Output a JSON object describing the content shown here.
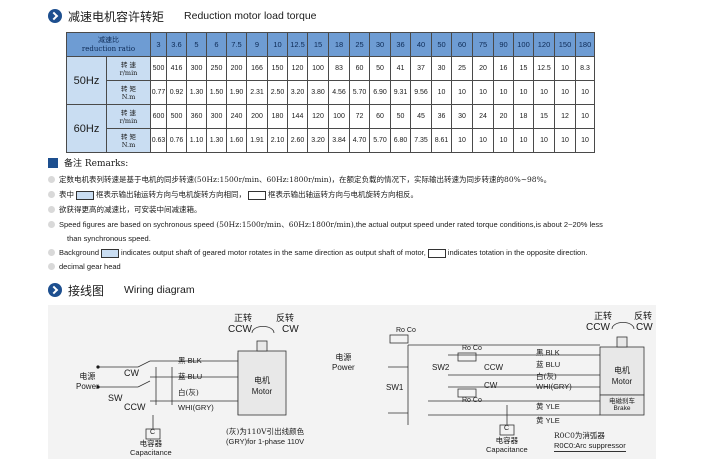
{
  "section1": {
    "title_cn": "减速电机容许转矩",
    "title_en": "Reduction motor load torque"
  },
  "table": {
    "header_cn": "减速比",
    "header_en": "reduction ratio",
    "ratios": [
      "3",
      "3.6",
      "5",
      "6",
      "7.5",
      "9",
      "10",
      "12.5",
      "15",
      "18",
      "25",
      "30",
      "36",
      "40",
      "50",
      "60",
      "75",
      "90",
      "100",
      "120",
      "150",
      "180"
    ],
    "speed_label_cn": "转 速",
    "speed_unit": "r/min",
    "torque_label_cn": "转 矩",
    "torque_unit": "N.m",
    "rows": [
      {
        "hz": "50Hz",
        "speed": [
          "500",
          "416",
          "300",
          "250",
          "200",
          "166",
          "150",
          "120",
          "100",
          "83",
          "60",
          "50",
          "41",
          "37",
          "30",
          "25",
          "20",
          "16",
          "15",
          "12.5",
          "10",
          "8.3"
        ],
        "torque": [
          "0.77",
          "0.92",
          "1.30",
          "1.50",
          "1.90",
          "2.31",
          "2.50",
          "3.20",
          "3.80",
          "4.56",
          "5.70",
          "6.90",
          "9.31",
          "9.56",
          "10",
          "10",
          "10",
          "10",
          "10",
          "10",
          "10",
          "10"
        ]
      },
      {
        "hz": "60Hz",
        "speed": [
          "600",
          "500",
          "360",
          "300",
          "240",
          "200",
          "180",
          "144",
          "120",
          "100",
          "72",
          "60",
          "50",
          "45",
          "36",
          "30",
          "24",
          "20",
          "18",
          "15",
          "12",
          "10"
        ],
        "torque": [
          "0.63",
          "0.76",
          "1.10",
          "1.30",
          "1.60",
          "1.91",
          "2.10",
          "2.60",
          "3.20",
          "3.84",
          "4.70",
          "5.70",
          "6.80",
          "7.35",
          "8.61",
          "10",
          "10",
          "10",
          "10",
          "10",
          "10",
          "10"
        ]
      }
    ]
  },
  "remarks": {
    "title": "备注 Remarks:",
    "lines": [
      "定数电机表列转速是基于电机的同步转速(50Hz:1500r/min、60Hz:1800r/min)，在额定负载的情况下，实际输出转速为同步转速的80%~98%。",
      {
        "a": "表中",
        "b": "框表示输出轴运转方向与电机旋转方向相同，",
        "c": "框表示输出轴运转方向与电机旋转方向相反。"
      },
      "欲获得更高的减速比，可安装中间减速箱。",
      {
        "a": "Speed figures  are based on sychronous speed",
        "b": "(50Hz:1500r/min、60Hz:1800r/min)",
        "c": ",the actual output speed under rated torque conditions,is about 2~20% less"
      },
      "than synchronous speed.",
      {
        "a": "Background",
        "b": "indicates output shaft of geared motor rotates in the same direction as output shaft of motor,",
        "c": "indicates totation in the opposite direction."
      },
      "decimal gear head"
    ]
  },
  "section2": {
    "title_cn": "接线图",
    "title_en": "Wiring diagram"
  },
  "diagram_left": {
    "power_cn": "电源",
    "power_en": "Power",
    "cw": "CW",
    "ccw": "CCW",
    "sw": "SW",
    "forward_cn": "正转",
    "reverse_cn": "反转",
    "blk": "黑 BLK",
    "blu": "蓝 BLU",
    "wht_cn": "白(灰)",
    "wht_en": "WHI(GRY)",
    "motor_cn": "电机",
    "motor_en": "Motor",
    "cap_letter": "C",
    "cap_cn": "电容器",
    "cap_en": "Capacitance",
    "note1": "(灰)为110V引出线颜色",
    "note2": "(GRY)for 1-phase 110V"
  },
  "diagram_right": {
    "power_cn": "电源",
    "power_en": "Power",
    "rc": "Ro Co",
    "sw1": "SW1",
    "sw2": "SW2",
    "cw": "CW",
    "ccw": "CCW",
    "forward_cn": "正转",
    "reverse_cn": "反转",
    "blk": "黑 BLK",
    "blu": "蓝 BLU",
    "wht_cn": "白(灰)",
    "wht_en": "WHI(GRY)",
    "yle1": "黄 YLE",
    "yle2": "黄 YLE",
    "motor_cn": "电机",
    "motor_en": "Motor",
    "brake_cn": "电磁刹车",
    "brake_en": "Brake",
    "cap_letter": "C",
    "cap_cn": "电容器",
    "cap_en": "Capacitance",
    "note1": "R0C0为消弧器",
    "note2": "R0C0:Arc suppressor"
  },
  "colors": {
    "header_blue": "#6e9cd3",
    "cell_blue": "#c9ddf2",
    "accent": "#1d4f8f",
    "diagram_bg": "#f3f3f3"
  }
}
